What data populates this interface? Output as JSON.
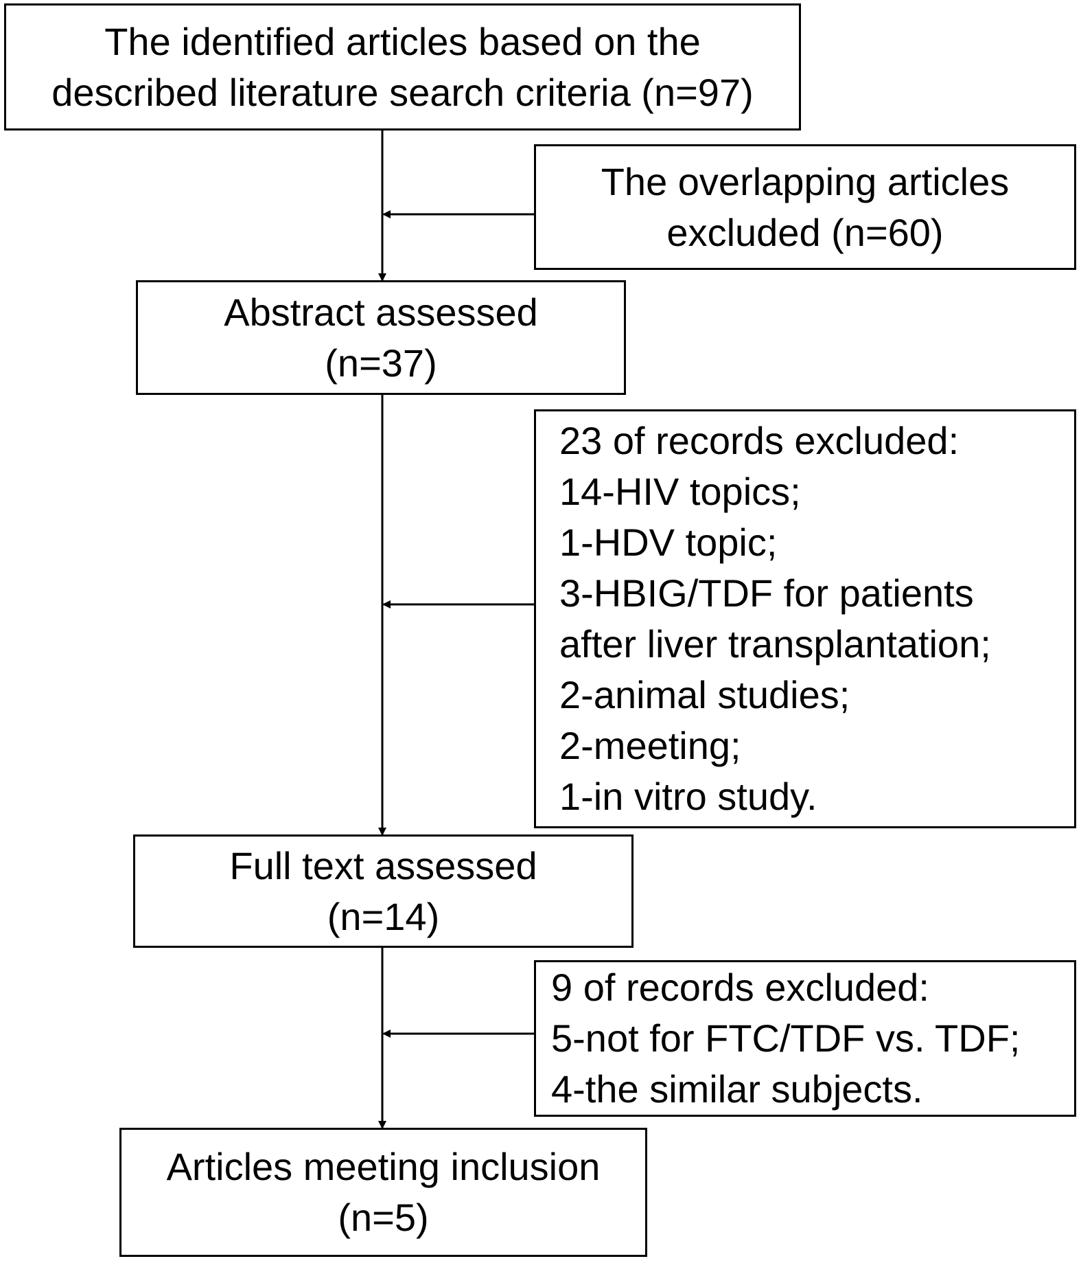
{
  "flow": {
    "identified": {
      "lines": [
        "The identified articles based on the",
        "described literature search criteria (n=97)"
      ]
    },
    "overlap_excluded": {
      "lines": [
        "The overlapping articles",
        "excluded (n=60)"
      ]
    },
    "abstract_assessed": {
      "lines": [
        "Abstract assessed",
        "(n=37)"
      ]
    },
    "abstract_excluded": {
      "lines": [
        "23 of records excluded:",
        "14-HIV topics;",
        "1-HDV topic;",
        "3-HBIG/TDF for patients",
        "after liver transplantation;",
        "2-animal studies;",
        "2-meeting;",
        "1-in vitro study."
      ]
    },
    "fulltext_assessed": {
      "lines": [
        "Full text assessed",
        "(n=14)"
      ]
    },
    "fulltext_excluded": {
      "lines": [
        "9 of records excluded:",
        "5-not for FTC/TDF vs. TDF;",
        "4-the similar subjects."
      ]
    },
    "included": {
      "lines": [
        "Articles meeting inclusion",
        "(n=5)"
      ]
    }
  }
}
